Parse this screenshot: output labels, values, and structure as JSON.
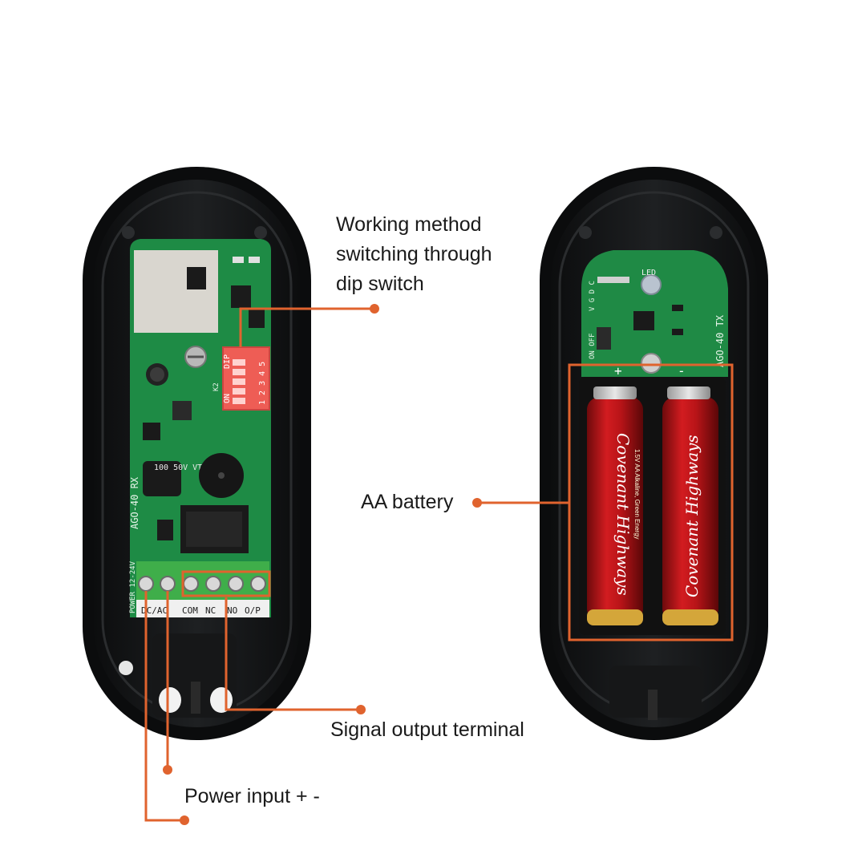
{
  "callouts": {
    "dip_switch_line1": "Working method",
    "dip_switch_line2": "switching through",
    "dip_switch_line3": "dip switch",
    "battery": "AA battery",
    "signal_output": "Signal output terminal",
    "power_input": "Power input + -"
  },
  "receiver_board": {
    "model": "AGO-40 RX",
    "dip_label": "DIP",
    "dip_on": "ON",
    "dip_numbers": "1 2 3 4 5",
    "dip_marker": "K2",
    "capacitor": "100 50V VT",
    "power_label": "POWER 12-24V",
    "terminals": [
      "DC/AC",
      "COM",
      "NC",
      "NO",
      "O/P"
    ]
  },
  "transmitter_board": {
    "model": "AGO-40 TX",
    "led_label": "LED",
    "on_off": "ON OFF",
    "header_pins": "V G D C",
    "plus": "+",
    "minus": "-"
  },
  "batteries": {
    "brand": "Covenant Highways",
    "spec": "1.5V AA Alkaline, Green Energy"
  },
  "colors": {
    "callout_line": "#e0632e",
    "enclosure": "#141516",
    "pcb": "#1f8a45",
    "battery": "#c0161a",
    "dip_switch": "#e8554e"
  }
}
